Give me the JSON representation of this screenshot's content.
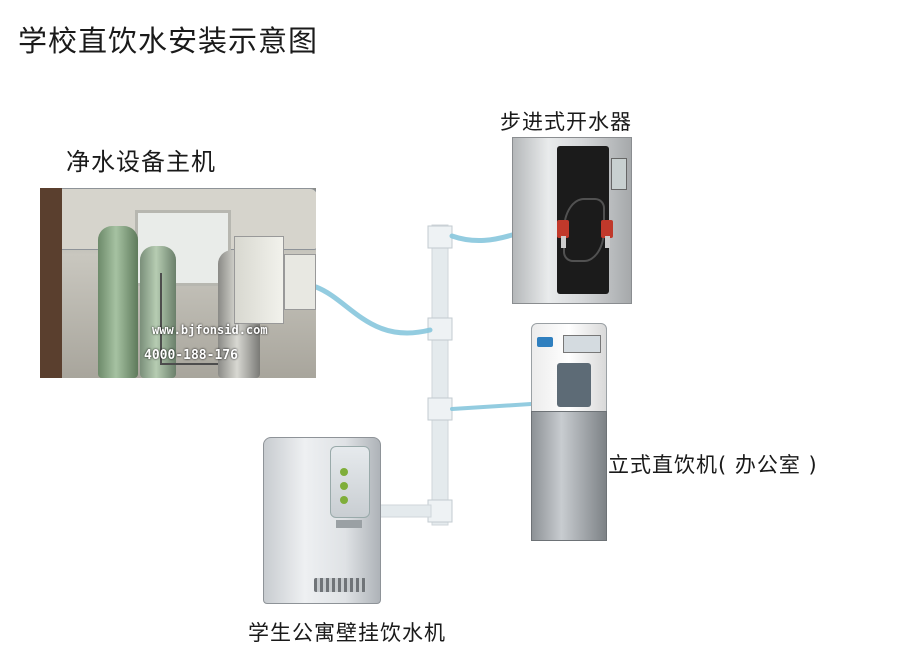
{
  "title": "学校直饮水安装示意图",
  "labels": {
    "host": "净水设备主机",
    "boiler": "步进式开水器",
    "standing": "立式直饮机( 办公室 )",
    "wall_mounted": "学生公寓壁挂饮水机"
  },
  "host_photo": {
    "url": "www.bjfonsid.com",
    "phone": "4000-188-176"
  },
  "colors": {
    "pipe": "#e4eaed",
    "flow": "#87c6dd",
    "background": "#ffffff"
  }
}
